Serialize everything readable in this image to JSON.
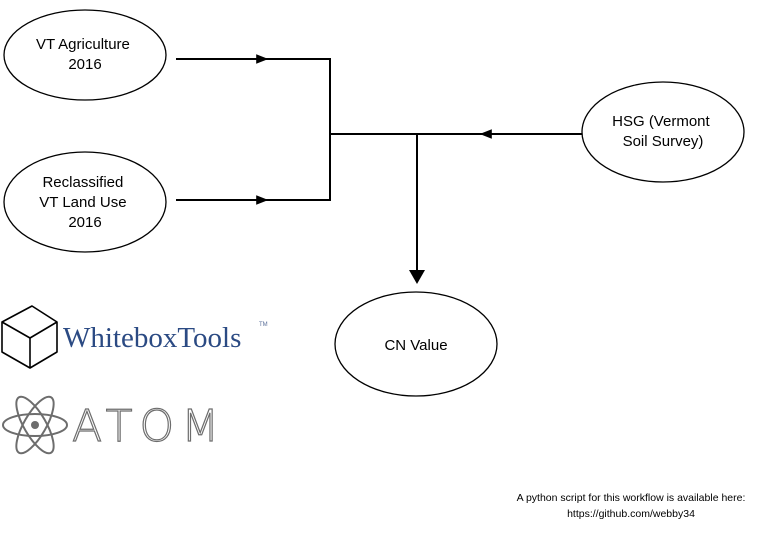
{
  "nodes": {
    "vt_agriculture": {
      "lines": [
        "VT Agriculture",
        "2016"
      ]
    },
    "reclassified_land_use": {
      "lines": [
        "Reclassified",
        "VT Land Use",
        "2016"
      ]
    },
    "hsg": {
      "lines": [
        "HSG (Vermont",
        "Soil Survey)"
      ]
    },
    "cn_value": {
      "lines": [
        "CN Value"
      ]
    }
  },
  "logos": {
    "whitebox": {
      "name": "WhiteboxTools",
      "tm": "TM",
      "icon": "cube-icon"
    },
    "atom": {
      "name": "ATOM",
      "icon": "atom-icon"
    }
  },
  "footer": {
    "line1": "A python script for this workflow is available here:",
    "line2": "https://github.com/webby34"
  },
  "colors": {
    "stroke": "#000000",
    "whitebox_text": "#2b4a83",
    "atom_gray": "#6d6d6d"
  }
}
